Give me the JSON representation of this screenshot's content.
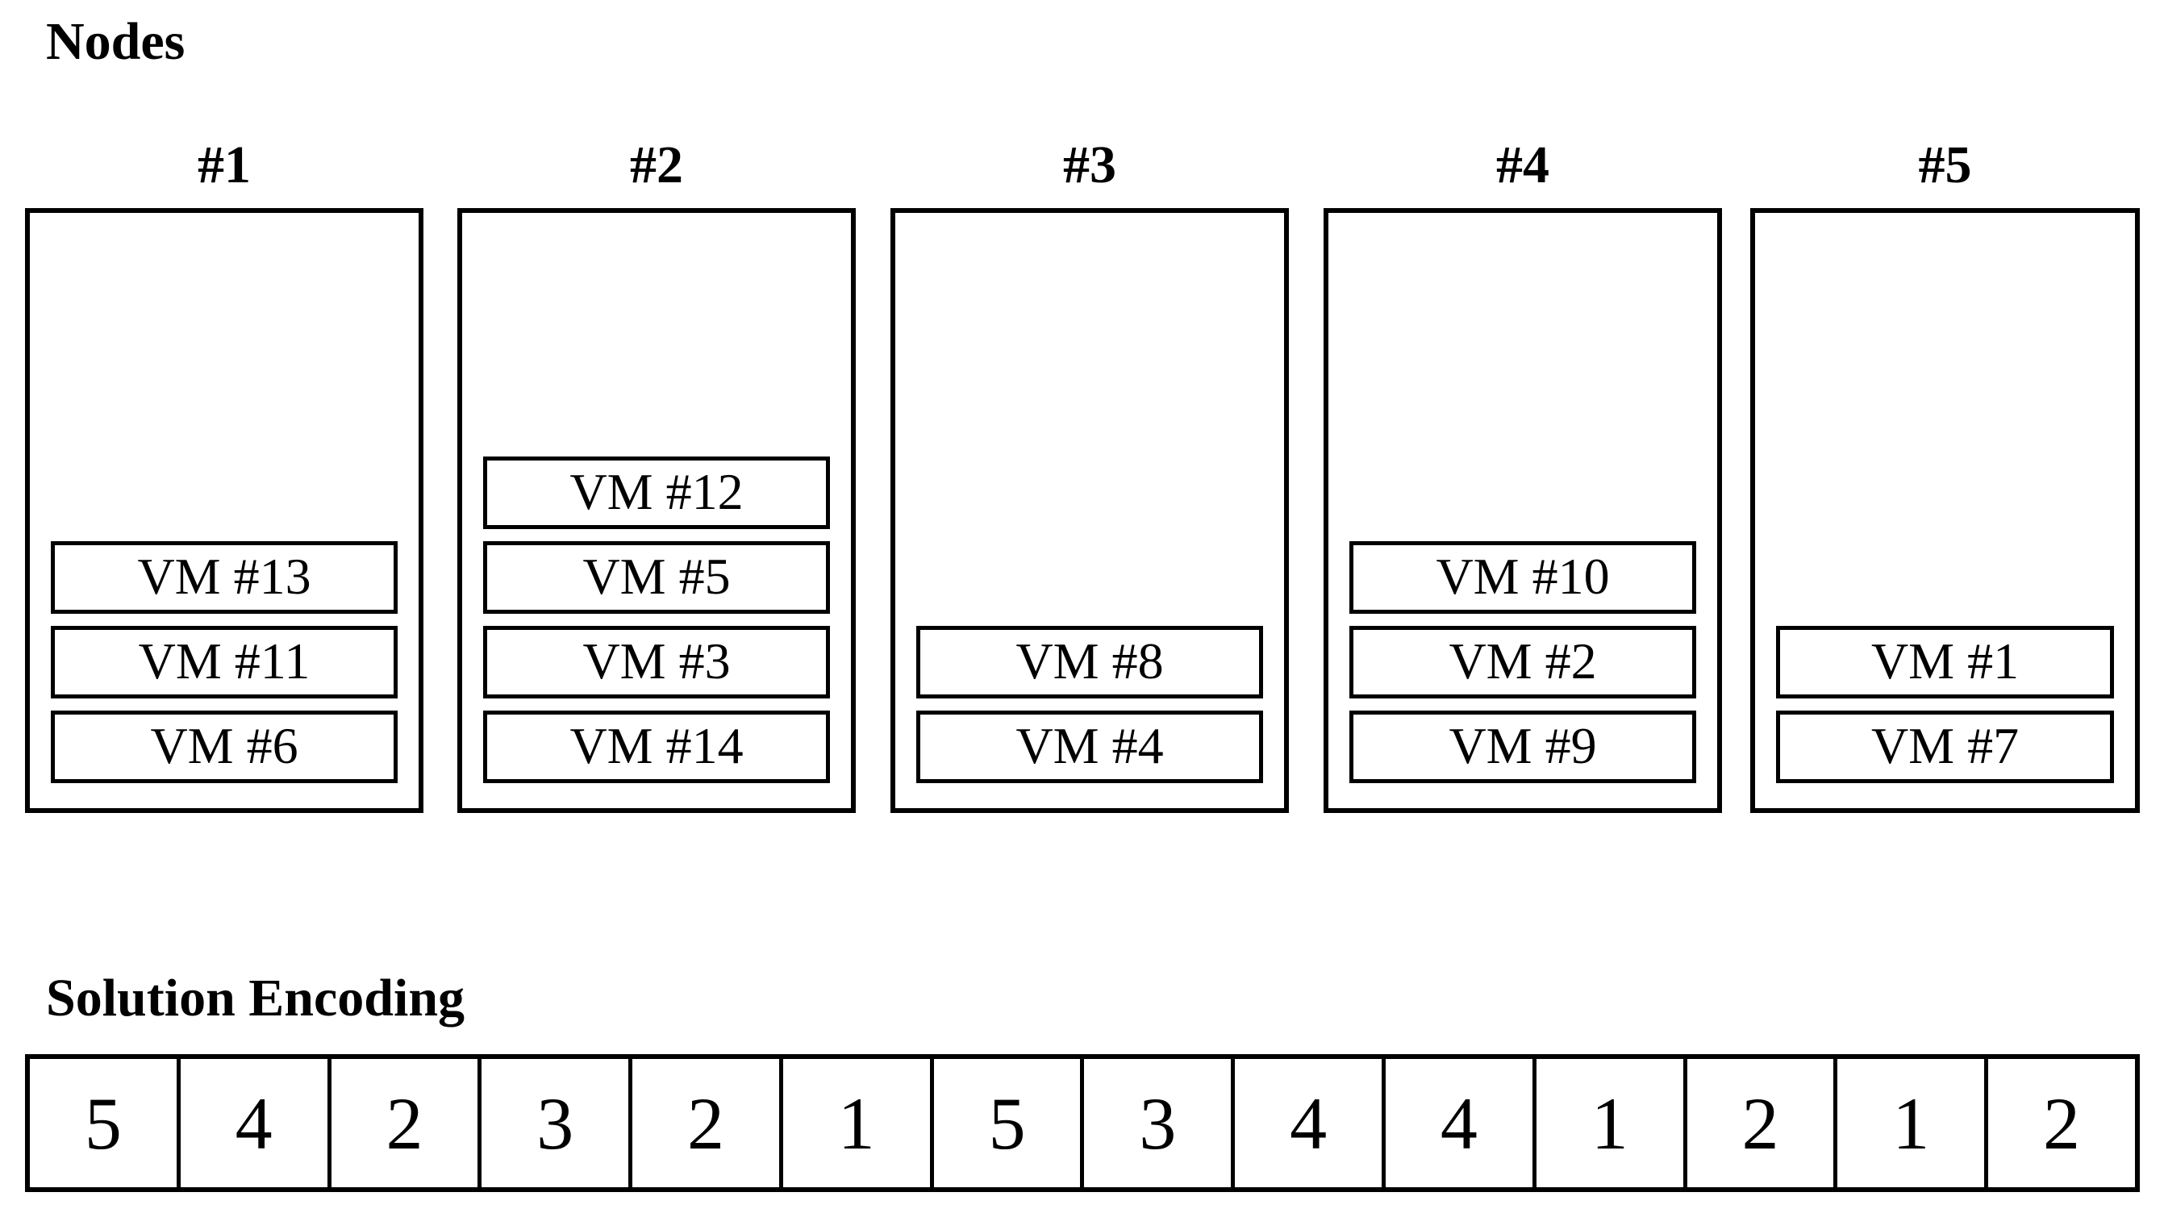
{
  "colors": {
    "foreground": "#000000",
    "background": "#ffffff"
  },
  "nodes_section": {
    "title": "Nodes",
    "nodes": [
      {
        "header": "#1",
        "vms": [
          "VM #13",
          "VM #11",
          "VM #6"
        ]
      },
      {
        "header": "#2",
        "vms": [
          "VM #12",
          "VM #5",
          "VM #3",
          "VM #14"
        ]
      },
      {
        "header": "#3",
        "vms": [
          "VM #8",
          "VM #4"
        ]
      },
      {
        "header": "#4",
        "vms": [
          "VM #10",
          "VM #2",
          "VM #9"
        ]
      },
      {
        "header": "#5",
        "vms": [
          "VM #1",
          "VM #7"
        ]
      }
    ]
  },
  "encoding_section": {
    "title": "Solution Encoding",
    "values": [
      "5",
      "4",
      "2",
      "3",
      "2",
      "1",
      "5",
      "3",
      "4",
      "4",
      "1",
      "2",
      "1",
      "2"
    ]
  }
}
